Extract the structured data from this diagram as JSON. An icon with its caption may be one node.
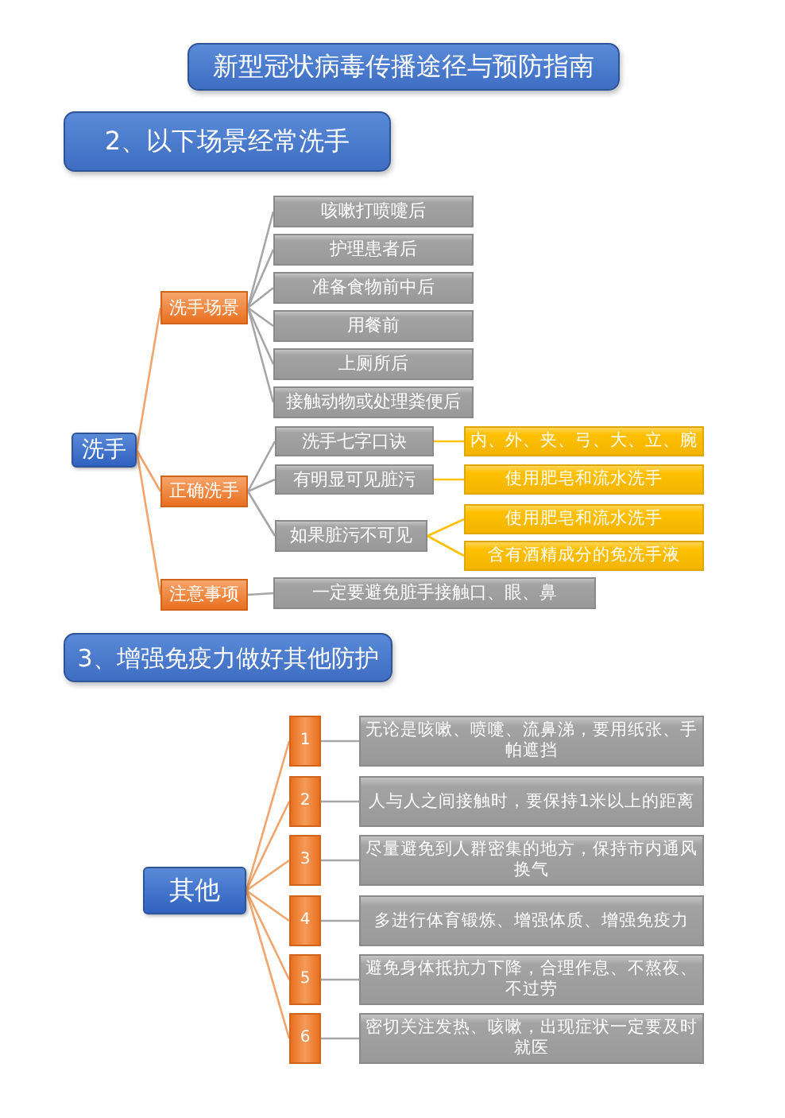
{
  "diagram": {
    "title": "新型冠状病毒传播途径与预防指南",
    "nodes": [
      {
        "text": [
          "2、以下场景经常洗手"
        ]
      },
      {
        "text": [
          "洗手"
        ]
      },
      {
        "text": [
          "洗手场景"
        ]
      },
      {
        "text": [
          "咳嗽打喷嚏后"
        ]
      },
      {
        "text": [
          "护理患者后"
        ]
      },
      {
        "text": [
          "准备食物前中后"
        ]
      },
      {
        "text": [
          "用餐前"
        ]
      },
      {
        "text": [
          "上厕所后"
        ]
      },
      {
        "text": [
          "接触动物或处理粪便后"
        ]
      },
      {
        "text": [
          "正确洗手"
        ]
      },
      {
        "text": [
          "洗手七字口诀"
        ]
      },
      {
        "text": [
          "内、外、夹、弓、大、立、腕"
        ]
      },
      {
        "text": [
          "有明显可见脏污"
        ]
      },
      {
        "text": [
          "使用肥皂和流水洗手"
        ]
      },
      {
        "text": [
          "如果脏污不可见"
        ]
      },
      {
        "text": [
          "使用肥皂和流水洗手"
        ]
      },
      {
        "text": [
          "含有酒精成分的免洗手液"
        ]
      },
      {
        "text": [
          "注意事项"
        ]
      },
      {
        "text": [
          "一定要避免脏手接触口、眼、鼻"
        ]
      },
      {
        "text": [
          "3、增强免疫力做好其他防护"
        ]
      },
      {
        "text": [
          "其他"
        ]
      },
      {
        "text": [
          "1"
        ]
      },
      {
        "text": [
          "无论是咳嗽、喷嚏、流鼻涕，要用纸张、手帕遮挡"
        ]
      },
      {
        "text": [
          "2"
        ]
      },
      {
        "text": [
          "人与人之间接触时，要保持1米以上的距离"
        ]
      },
      {
        "text": [
          "3"
        ]
      },
      {
        "text": [
          "尽量避免到人群密集的地方，保持市内通风换气"
        ]
      },
      {
        "text": [
          "4"
        ]
      },
      {
        "text": [
          "多进行体育锻炼、增强体质、增强免疫力"
        ]
      },
      {
        "text": [
          "5"
        ]
      },
      {
        "text": [
          "避免身体抵抗力下降，合理作息、不熬夜、不过劳"
        ]
      },
      {
        "text": [
          "6"
        ]
      },
      {
        "text": [
          "密切关注发热、咳嗽，出现症状一定要及时就医"
        ]
      }
    ],
    "edges": [
      {
        "from": 1,
        "to": 2,
        "arrow": "none",
        "color": "#f2a46a"
      },
      {
        "from": 2,
        "to": 3,
        "arrow": "none"
      },
      {
        "from": 2,
        "to": 4,
        "arrow": "none"
      },
      {
        "from": 2,
        "to": 5,
        "arrow": "none"
      },
      {
        "from": 2,
        "to": 6,
        "arrow": "none"
      },
      {
        "from": 2,
        "to": 7,
        "arrow": "none"
      },
      {
        "from": 2,
        "to": 8,
        "arrow": "none"
      },
      {
        "from": 1,
        "to": 9,
        "arrow": "none",
        "color": "#f2a46a"
      },
      {
        "from": 9,
        "to": 10,
        "arrow": "none"
      },
      {
        "from": 9,
        "to": 12,
        "arrow": "none"
      },
      {
        "from": 9,
        "to": 14,
        "arrow": "none"
      },
      {
        "from": 10,
        "to": 11,
        "arrow": "none",
        "color": "#ffc000"
      },
      {
        "from": 12,
        "to": 13,
        "arrow": "none",
        "color": "#ffc000"
      },
      {
        "from": 14,
        "to": 15,
        "arrow": "none",
        "color": "#ffc000"
      },
      {
        "from": 14,
        "to": 16,
        "arrow": "none",
        "color": "#ffc000"
      },
      {
        "from": 1,
        "to": 17,
        "arrow": "none",
        "color": "#f2a46a"
      },
      {
        "from": 17,
        "to": 18,
        "arrow": "none"
      },
      {
        "from": 20,
        "to": 21,
        "arrow": "none",
        "color": "#f2a46a"
      },
      {
        "from": 20,
        "to": 23,
        "arrow": "none",
        "color": "#f2a46a"
      },
      {
        "from": 20,
        "to": 25,
        "arrow": "none",
        "color": "#f2a46a"
      },
      {
        "from": 20,
        "to": 27,
        "arrow": "none",
        "color": "#f2a46a"
      },
      {
        "from": 20,
        "to": 29,
        "arrow": "none",
        "color": "#f2a46a"
      },
      {
        "from": 20,
        "to": 31,
        "arrow": "none",
        "color": "#f2a46a"
      },
      {
        "from": 21,
        "to": 22,
        "arrow": "none"
      },
      {
        "from": 23,
        "to": 24,
        "arrow": "none"
      },
      {
        "from": 25,
        "to": 26,
        "arrow": "none"
      },
      {
        "from": 27,
        "to": 28,
        "arrow": "none"
      },
      {
        "from": 29,
        "to": 30,
        "arrow": "none"
      },
      {
        "from": 31,
        "to": 32,
        "arrow": "none"
      }
    ]
  }
}
